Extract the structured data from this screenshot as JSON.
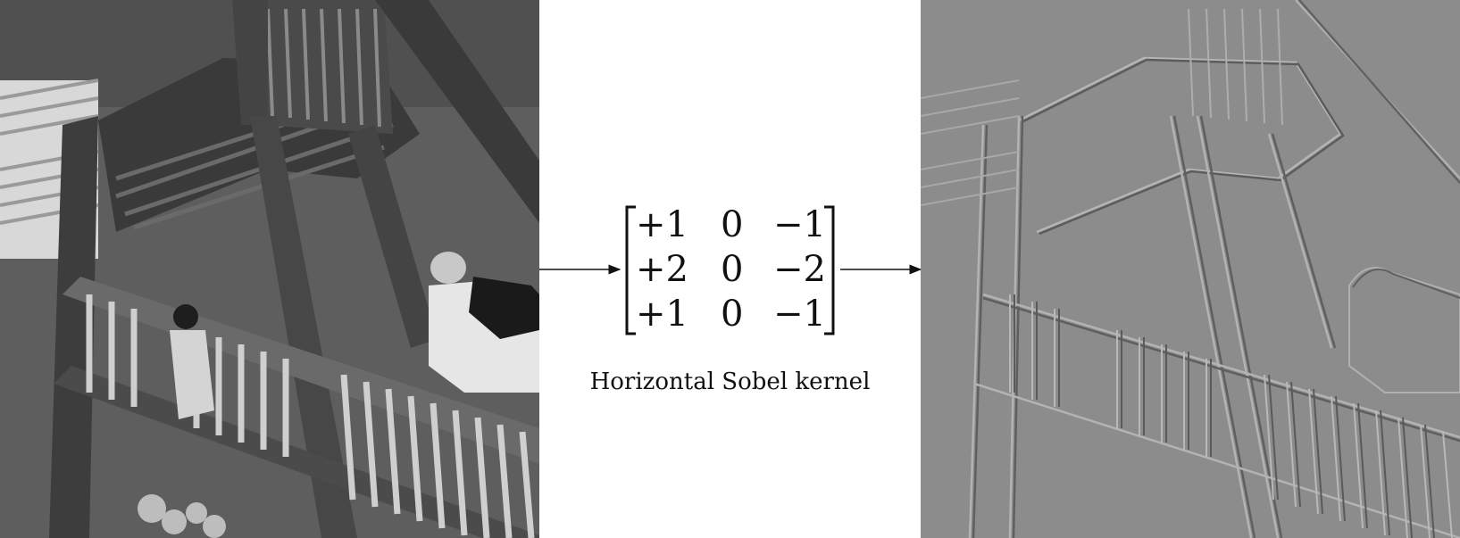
{
  "input_image": {
    "description_name": "stair-photo"
  },
  "kernel": {
    "rows": [
      [
        "+1",
        "0",
        "−1"
      ],
      [
        "+2",
        "0",
        "−2"
      ],
      [
        "+1",
        "0",
        "−1"
      ]
    ],
    "caption": "Horizontal Sobel kernel"
  },
  "output_image": {
    "description_name": "edge-response"
  },
  "colors": {
    "photo_sky": "#5d5d5d",
    "photo_frame": "#3c3c3c",
    "edge_bg": "#8c8c8c",
    "arrow": "#111111"
  }
}
